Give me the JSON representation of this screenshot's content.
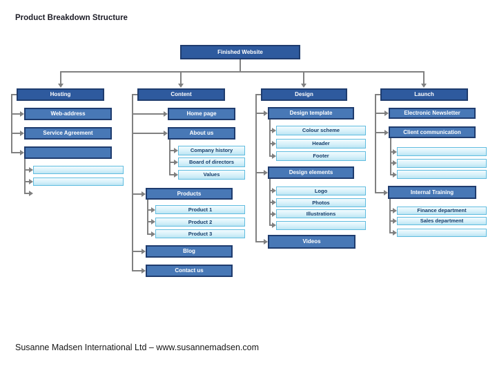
{
  "title": "Product Breakdown Structure",
  "footer": "Susanne Madsen International Ltd – www.susannemadsen.com",
  "tree": {
    "root": "Finished Website",
    "hosting": {
      "label": "Hosting",
      "web_address": "Web-address",
      "service_agreement": "Service Agreement"
    },
    "content": {
      "label": "Content",
      "home_page": "Home page",
      "about_us": "About us",
      "company_history": "Company history",
      "board_of_directors": "Board of directors",
      "values": "Values",
      "products": "Products",
      "product_1": "Product 1",
      "product_2": "Product 2",
      "product_3": "Product 3",
      "blog": "Blog",
      "contact_us": "Contact us"
    },
    "design": {
      "label": "Design",
      "design_template": "Design template",
      "colour_scheme": "Colour scheme",
      "header": "Header",
      "footer": "Footer",
      "design_elements": "Design elements",
      "logo": "Logo",
      "photos": "Photos",
      "illustrations": "Illustrations",
      "videos": "Videos"
    },
    "launch": {
      "label": "Launch",
      "electronic_newsletter": "Electronic Newsletter",
      "client_communication": "Client communication",
      "internal_training": "Internal Training",
      "finance_department": "Finance department",
      "sales_department": "Sales department"
    }
  },
  "colors": {
    "level1_fill": "#2E5A9E",
    "level2_fill": "#4878B6",
    "level3_fill_top": "#F2FBFE",
    "level3_fill_bottom": "#BCE5F3",
    "dark_border": "#1F3C6E",
    "level3_border": "#5FBCDF",
    "connector": "#808080",
    "text_on_dark": "#ffffff",
    "text_on_light": "#133C69"
  }
}
